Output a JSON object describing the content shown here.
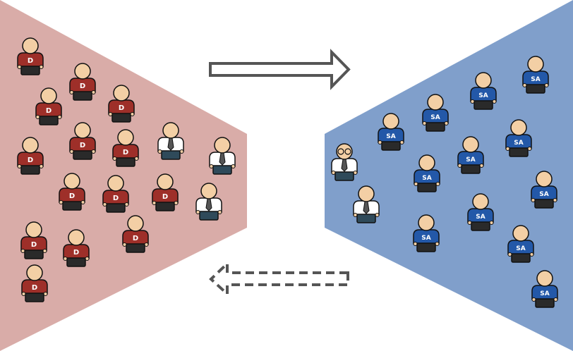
{
  "groups": {
    "left": {
      "figure_label": "D",
      "shirt_color": "#9e2f29",
      "background_color": "#d9aca8"
    },
    "right": {
      "figure_label": "SA",
      "shirt_color": "#2358a8",
      "background_color": "#809fcb"
    }
  },
  "managers": {
    "shirt_color": "#ffffff",
    "tie_color": "#555555"
  },
  "arrows": {
    "forward": "solid-right-arrow",
    "backward": "dashed-left-arrow",
    "color": "#555555"
  }
}
